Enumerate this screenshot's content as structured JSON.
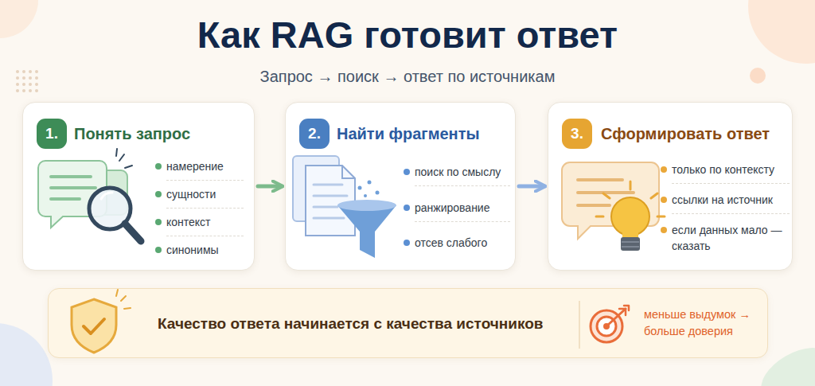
{
  "diagram": {
    "title": "Как RAG готовит ответ",
    "nodes": [
      {
        "text": [
          "1.",
          "Понять запрос",
          "намерение",
          "сущности",
          "контекст",
          "синонимы"
        ]
      },
      {
        "text": [
          "2.",
          "Найти фрагменты",
          "поиск по смыслу",
          "ранжирование",
          "отсев слабого"
        ]
      },
      {
        "text": [
          "3.",
          "Сформировать ответ",
          "только по контексту",
          "ссылки на источник",
          "если данных мало — сказать"
        ]
      },
      {
        "text": [
          "Качество ответа начинается с качества источников",
          "меньше выдумок → больше доверия"
        ]
      }
    ],
    "edges": [
      {
        "from": 0,
        "to": 1,
        "arrow": "to"
      },
      {
        "from": 1,
        "to": 2,
        "arrow": "to"
      }
    ],
    "labels": [
      "Запрос → поиск → ответ по источникам"
    ]
  }
}
